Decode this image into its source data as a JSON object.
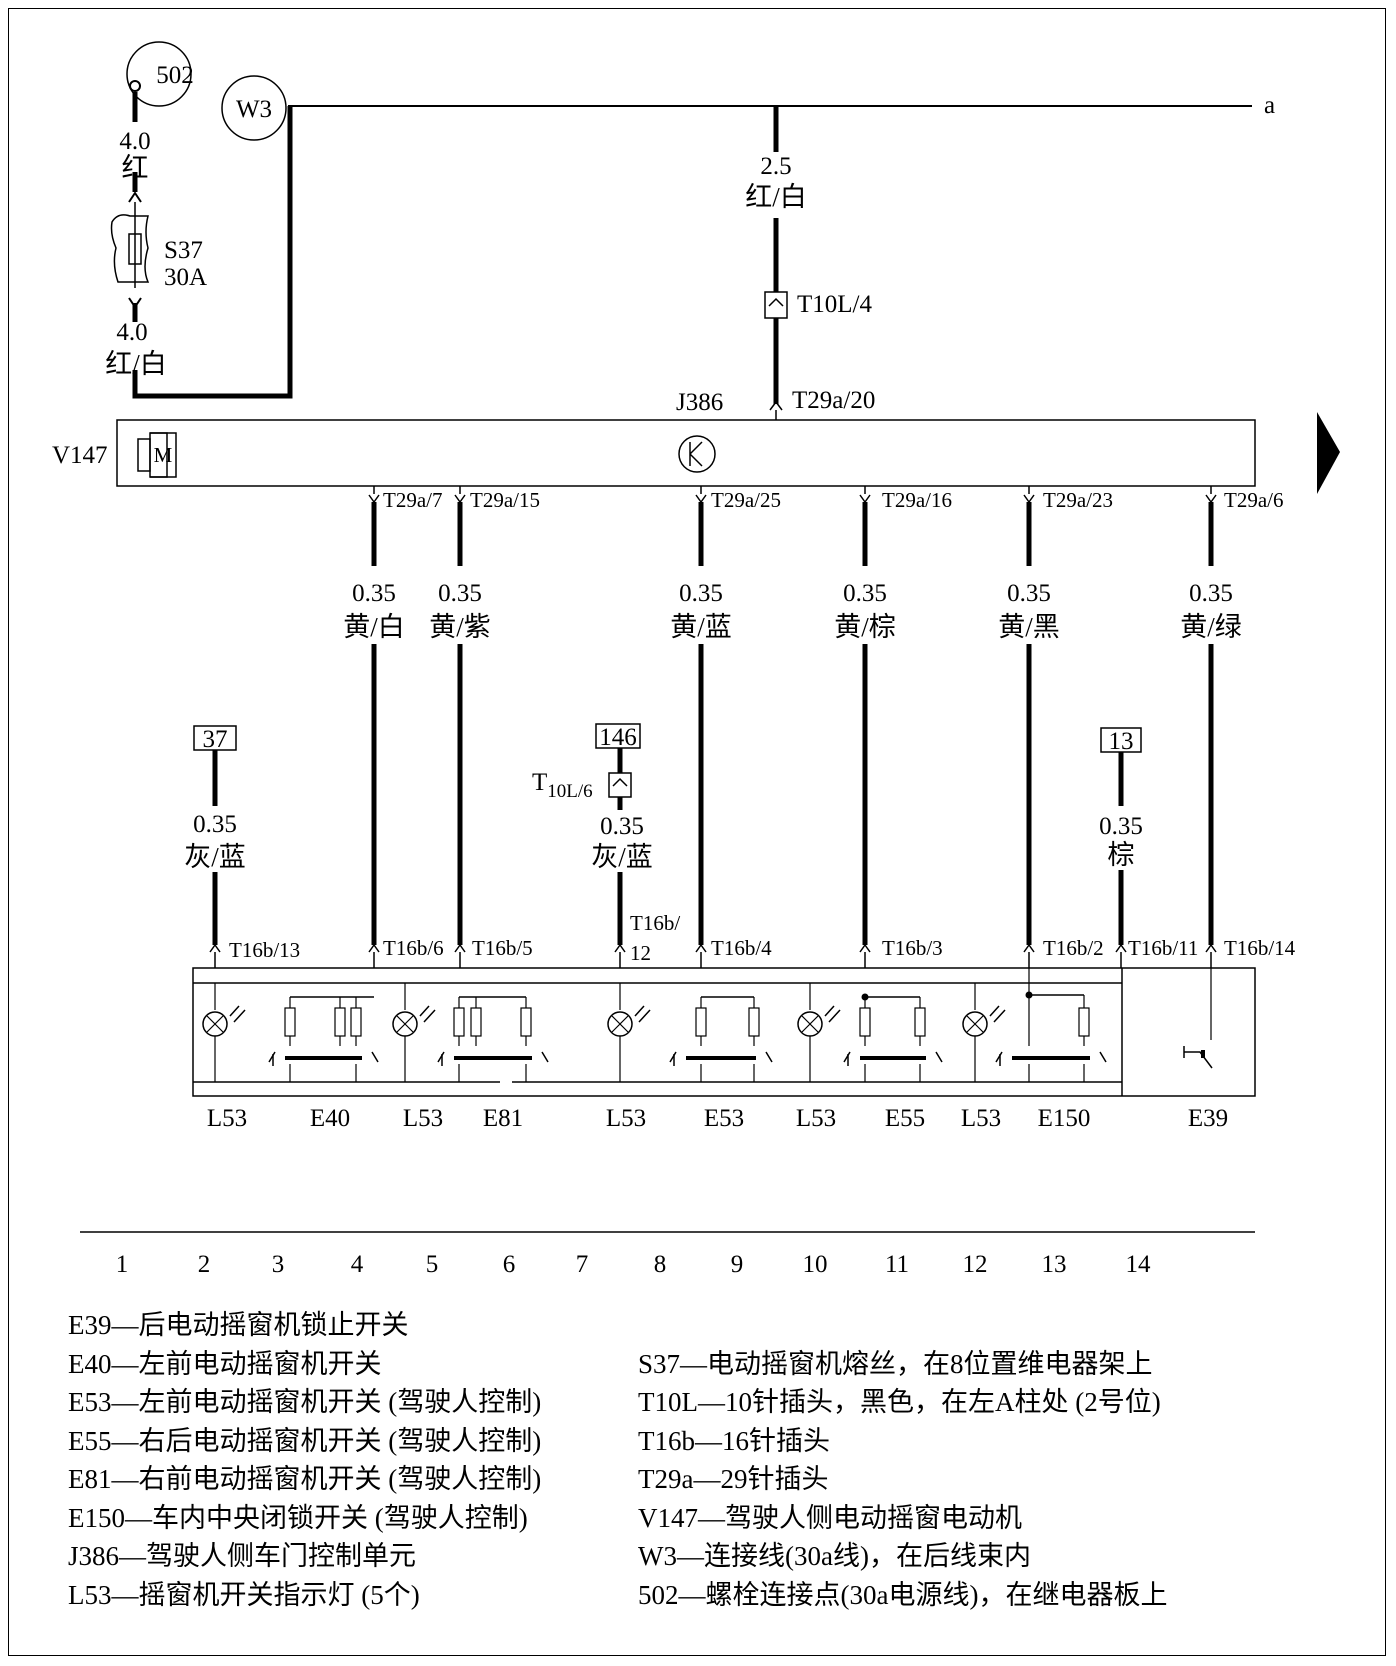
{
  "diagram": {
    "top": {
      "node_502": "502",
      "node_w3": "W3",
      "node_a": "a",
      "wire1_size": "4.0",
      "wire1_color": "红",
      "fuse_name": "S37",
      "fuse_rating": "30A",
      "wire2_size": "4.0",
      "wire2_color": "红/白",
      "wire3_size": "2.5",
      "wire3_color": "红/白",
      "conn_t10l4": "T10L/4",
      "j386": "J386",
      "t29a20": "T29a/20",
      "v147": "V147",
      "motor": "M"
    },
    "pins": [
      {
        "pin": "T29a/7",
        "size": "0.35",
        "color": "黄/白"
      },
      {
        "pin": "T29a/15",
        "size": "0.35",
        "color": "黄/紫"
      },
      {
        "pin": "T29a/25",
        "size": "0.35",
        "color": "黄/蓝"
      },
      {
        "pin": "T29a/16",
        "size": "0.35",
        "color": "黄/棕"
      },
      {
        "pin": "T29a/23",
        "size": "0.35",
        "color": "黄/黑"
      },
      {
        "pin": "T29a/6",
        "size": "0.35",
        "color": "黄/绿"
      }
    ],
    "left_feed": {
      "ref": "37",
      "size": "0.35",
      "color": "灰/蓝"
    },
    "mid_feed": {
      "ref": "146",
      "conn_main": "T",
      "conn_sub": "10L/6",
      "size": "0.35",
      "color": "灰/蓝"
    },
    "right_feed": {
      "ref": "13",
      "size": "0.35",
      "color": "棕"
    },
    "t16b": [
      "T16b/13",
      "T16b/6",
      "T16b/5",
      "T16b/",
      "12",
      "T16b/4",
      "T16b/3",
      "T16b/2",
      "T16b/11",
      "T16b/14"
    ],
    "components": [
      "L53",
      "E40",
      "L53",
      "E81",
      "L53",
      "E53",
      "L53",
      "E55",
      "L53",
      "E150",
      "E39"
    ],
    "grid": [
      "1",
      "2",
      "3",
      "4",
      "5",
      "6",
      "7",
      "8",
      "9",
      "10",
      "11",
      "12",
      "13",
      "14"
    ]
  },
  "legend": {
    "left": [
      "E39—后电动摇窗机锁止开关",
      "E40—左前电动摇窗机开关",
      "E53—左前电动摇窗机开关 (驾驶人控制)",
      "E55—右后电动摇窗机开关 (驾驶人控制)",
      "E81—右前电动摇窗机开关 (驾驶人控制)",
      "E150—车内中央闭锁开关 (驾驶人控制)",
      "J386—驾驶人侧车门控制单元",
      "L53—摇窗机开关指示灯 (5个)"
    ],
    "right": [
      "S37—电动摇窗机熔丝，在8位置维电器架上",
      "T10L—10针插头，黑色，在左A柱处 (2号位)",
      "T16b—16针插头",
      "T29a—29针插头",
      "V147—驾驶人侧电动摇窗电动机",
      "W3—连接线(30a线)，在后线束内",
      "502—螺栓连接点(30a电源线)，在继电器板上"
    ]
  }
}
